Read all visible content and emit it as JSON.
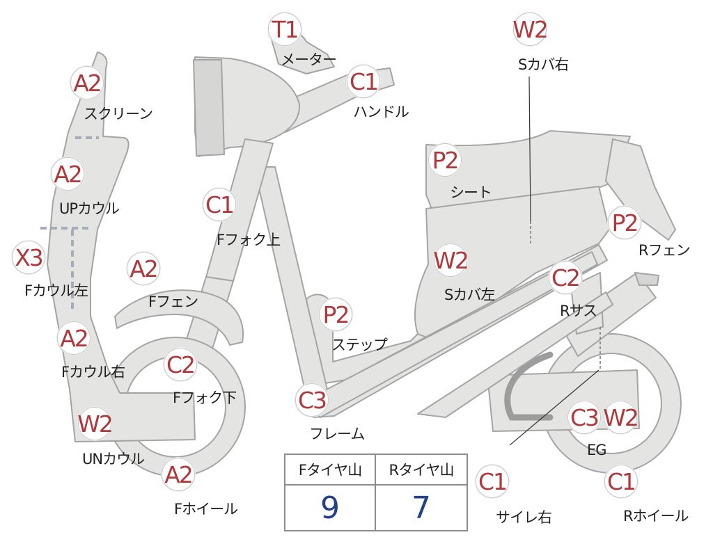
{
  "parts": [
    {
      "id": "screen",
      "code": "A2",
      "label": "スクリーン"
    },
    {
      "id": "up-cowl",
      "code": "A2",
      "label": "UPカウル"
    },
    {
      "id": "f-cowl-left",
      "code": "X3",
      "label": "Fカウル左"
    },
    {
      "id": "f-cowl-right",
      "code": "A2",
      "label": "Fカウル右"
    },
    {
      "id": "un-cowl",
      "code": "W2",
      "label": "UNカウル"
    },
    {
      "id": "f-wheel",
      "code": "A2",
      "label": "Fホイール"
    },
    {
      "id": "f-fender",
      "code": "A2",
      "label": "Fフェン"
    },
    {
      "id": "f-fork-lower",
      "code": "C2",
      "label": "Fフォク下"
    },
    {
      "id": "f-fork-upper",
      "code": "C1",
      "label": "Fフォク上"
    },
    {
      "id": "meter",
      "code": "T1",
      "label": "メーター"
    },
    {
      "id": "handle",
      "code": "C1",
      "label": "ハンドル"
    },
    {
      "id": "frame",
      "code": "C3",
      "label": "フレーム"
    },
    {
      "id": "step",
      "code": "P2",
      "label": "ステップ"
    },
    {
      "id": "s-cover-left",
      "code": "W2",
      "label": "Sカバ左"
    },
    {
      "id": "seat",
      "code": "P2",
      "label": "シート"
    },
    {
      "id": "s-cover-right",
      "code": "W2",
      "label": "Sカバ右"
    },
    {
      "id": "r-fender",
      "code": "P2",
      "label": "Rフェン"
    },
    {
      "id": "r-suspension",
      "code": "C2",
      "label": "Rサス"
    },
    {
      "id": "engine",
      "codes": [
        "C3",
        "W2"
      ],
      "label": "EG"
    },
    {
      "id": "r-wheel",
      "code": "C1",
      "label": "Rホイール"
    },
    {
      "id": "muffler-right",
      "code": "C1",
      "label": "サイレ右"
    }
  ],
  "tire_table": {
    "headers": [
      "Fタイヤ山",
      "Rタイヤ山"
    ],
    "values": [
      "9",
      "7"
    ]
  },
  "colors": {
    "part_fill": "#e4e4e2",
    "part_outline": "#a4a4a4",
    "grade_code": "#b0383a",
    "tire_value": "#23418a"
  }
}
